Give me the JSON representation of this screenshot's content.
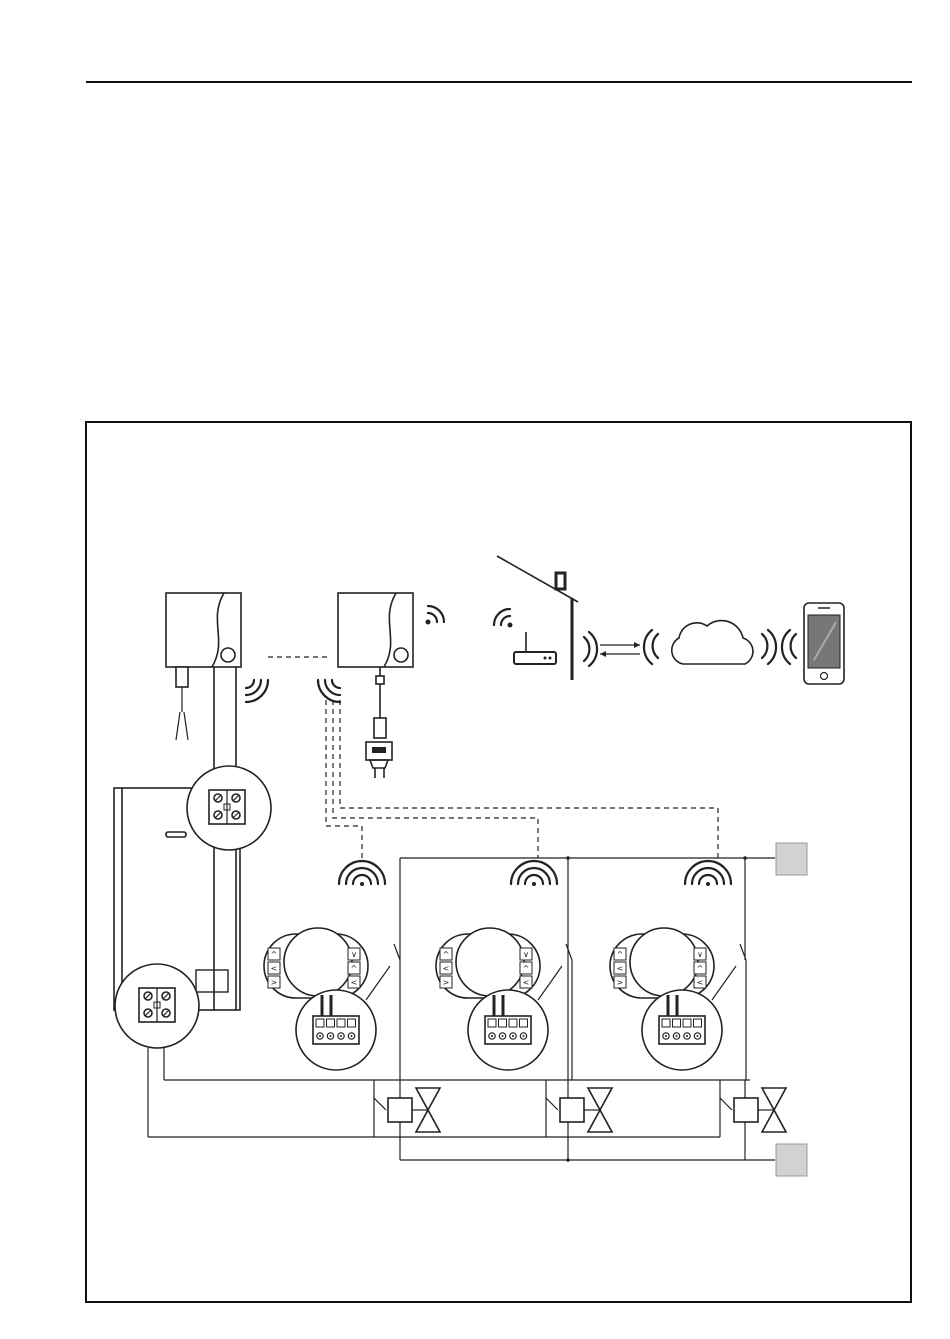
{
  "page": {
    "header_rule": true
  },
  "diagram": {
    "devices": [
      {
        "id": "boiler-controller",
        "icon": "wall-box-icon"
      },
      {
        "id": "gateway",
        "icon": "wall-box-icon"
      },
      {
        "id": "router",
        "icon": "router-icon"
      },
      {
        "id": "cloud",
        "icon": "cloud-icon"
      },
      {
        "id": "smartphone",
        "icon": "smartphone-icon"
      },
      {
        "id": "plug",
        "icon": "power-plug-icon"
      },
      {
        "id": "boiler",
        "icon": "boiler-icon"
      }
    ],
    "zones": [
      {
        "thermostat_icon": "room-thermostat-icon",
        "valve_icon": "zone-valve-icon"
      },
      {
        "thermostat_icon": "room-thermostat-icon",
        "valve_icon": "zone-valve-icon"
      },
      {
        "thermostat_icon": "room-thermostat-icon",
        "valve_icon": "zone-valve-icon"
      }
    ],
    "thermostat_buttons": [
      "^",
      "<",
      ">",
      "∨"
    ],
    "colors": {
      "line": "#222222",
      "terminal_block_grey": "#d2d2d2"
    }
  }
}
